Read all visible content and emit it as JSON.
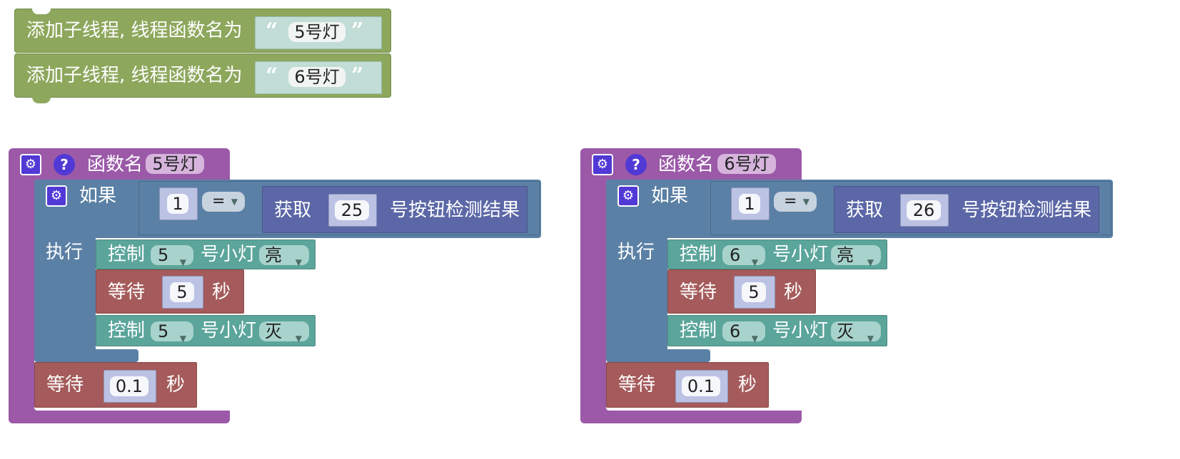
{
  "thread_blocks": [
    {
      "label": "添加子线程, 线程函数名为",
      "func_name": "5号灯"
    },
    {
      "label": "添加子线程, 线程函数名为",
      "func_name": "6号灯"
    }
  ],
  "functions": [
    {
      "header_label": "函数名",
      "name": "5号灯",
      "if_label": "如果",
      "do_label": "执行",
      "cmp_left": "1",
      "cmp_op": "=",
      "get_label": "获取",
      "button_num": "25",
      "button_suffix": "号按钮检测结果",
      "ctrl1": {
        "label": "控制",
        "num": "5",
        "mid": "号小灯",
        "state": "亮"
      },
      "wait1": {
        "label": "等待",
        "value": "5",
        "unit": "秒"
      },
      "ctrl2": {
        "label": "控制",
        "num": "5",
        "mid": "号小灯",
        "state": "灭"
      },
      "wait2": {
        "label": "等待",
        "value": "0.1",
        "unit": "秒"
      }
    },
    {
      "header_label": "函数名",
      "name": "6号灯",
      "if_label": "如果",
      "do_label": "执行",
      "cmp_left": "1",
      "cmp_op": "=",
      "get_label": "获取",
      "button_num": "26",
      "button_suffix": "号按钮检测结果",
      "ctrl1": {
        "label": "控制",
        "num": "6",
        "mid": "号小灯",
        "state": "亮"
      },
      "wait1": {
        "label": "等待",
        "value": "5",
        "unit": "秒"
      },
      "ctrl2": {
        "label": "控制",
        "num": "6",
        "mid": "号小灯",
        "state": "灭"
      },
      "wait2": {
        "label": "等待",
        "value": "0.1",
        "unit": "秒"
      }
    }
  ],
  "icons": {
    "gear": "gear-icon",
    "help": "help-icon",
    "dropdown": "dropdown-arrow-icon"
  }
}
